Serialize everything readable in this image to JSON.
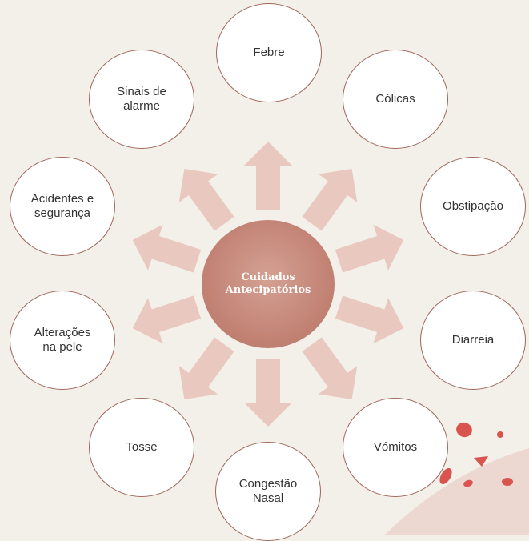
{
  "center": {
    "label": "Cuidados\nAntecipatórios"
  },
  "nodes": [
    {
      "key": "febre",
      "label": "Febre"
    },
    {
      "key": "colicas",
      "label": "Cólicas"
    },
    {
      "key": "obstipacao",
      "label": "Obstipação"
    },
    {
      "key": "diarreia",
      "label": "Diarreia"
    },
    {
      "key": "vomitos",
      "label": "Vómitos"
    },
    {
      "key": "congestao",
      "label": "Congestão\nNasal"
    },
    {
      "key": "tosse",
      "label": "Tosse"
    },
    {
      "key": "pele",
      "label": "Alterações\nna pele"
    },
    {
      "key": "acidentes",
      "label": "Acidentes e\nsegurança"
    },
    {
      "key": "sinais",
      "label": "Sinais de\nalarme"
    }
  ],
  "colors": {
    "background": "#f3efe9",
    "node_border": "#a0675a",
    "arrow_fill": "#e9c8bf",
    "accent": "#d9534f"
  }
}
